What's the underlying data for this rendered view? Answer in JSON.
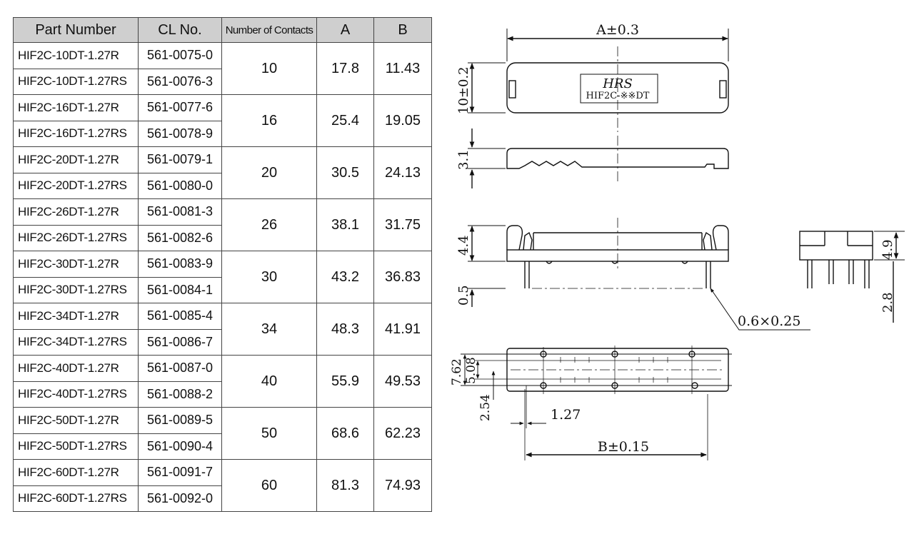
{
  "table": {
    "headers": [
      "Part Number",
      "CL No.",
      "Number of Contacts",
      "A",
      "B"
    ],
    "groups": [
      {
        "contacts": "10",
        "a": "17.8",
        "b": "11.43",
        "rows": [
          {
            "part": "HIF2C-10DT-1.27R",
            "cl": "561-0075-0"
          },
          {
            "part": "HIF2C-10DT-1.27RS",
            "cl": "561-0076-3"
          }
        ]
      },
      {
        "contacts": "16",
        "a": "25.4",
        "b": "19.05",
        "rows": [
          {
            "part": "HIF2C-16DT-1.27R",
            "cl": "561-0077-6"
          },
          {
            "part": "HIF2C-16DT-1.27RS",
            "cl": "561-0078-9"
          }
        ]
      },
      {
        "contacts": "20",
        "a": "30.5",
        "b": "24.13",
        "rows": [
          {
            "part": "HIF2C-20DT-1.27R",
            "cl": "561-0079-1"
          },
          {
            "part": "HIF2C-20DT-1.27RS",
            "cl": "561-0080-0"
          }
        ]
      },
      {
        "contacts": "26",
        "a": "38.1",
        "b": "31.75",
        "rows": [
          {
            "part": "HIF2C-26DT-1.27R",
            "cl": "561-0081-3"
          },
          {
            "part": "HIF2C-26DT-1.27RS",
            "cl": "561-0082-6"
          }
        ]
      },
      {
        "contacts": "30",
        "a": "43.2",
        "b": "36.83",
        "rows": [
          {
            "part": "HIF2C-30DT-1.27R",
            "cl": "561-0083-9"
          },
          {
            "part": "HIF2C-30DT-1.27RS",
            "cl": "561-0084-1"
          }
        ]
      },
      {
        "contacts": "34",
        "a": "48.3",
        "b": "41.91",
        "rows": [
          {
            "part": "HIF2C-34DT-1.27R",
            "cl": "561-0085-4"
          },
          {
            "part": "HIF2C-34DT-1.27RS",
            "cl": "561-0086-7"
          }
        ]
      },
      {
        "contacts": "40",
        "a": "55.9",
        "b": "49.53",
        "rows": [
          {
            "part": "HIF2C-40DT-1.27R",
            "cl": "561-0087-0"
          },
          {
            "part": "HIF2C-40DT-1.27RS",
            "cl": "561-0088-2"
          }
        ]
      },
      {
        "contacts": "50",
        "a": "68.6",
        "b": "62.23",
        "rows": [
          {
            "part": "HIF2C-50DT-1.27R",
            "cl": "561-0089-5"
          },
          {
            "part": "HIF2C-50DT-1.27RS",
            "cl": "561-0090-4"
          }
        ]
      },
      {
        "contacts": "60",
        "a": "81.3",
        "b": "74.93",
        "rows": [
          {
            "part": "HIF2C-60DT-1.27R",
            "cl": "561-0091-7"
          },
          {
            "part": "HIF2C-60DT-1.27RS",
            "cl": "561-0092-0"
          }
        ]
      }
    ]
  },
  "drawing": {
    "dim_a": "A±0.3",
    "dim_b": "B±0.15",
    "dim_height_top": "10±0.2",
    "dim_side": "3.1",
    "dim_front_height": "4.4",
    "dim_front_pin": "0.5",
    "dim_end_height": "4.9",
    "dim_end_pin": "2.8",
    "pin_section": "0.6×0.25",
    "dim_row_outer": "7.62",
    "dim_row_inner": "5.08",
    "dim_offset": "2.54",
    "dim_pitch": "1.27",
    "label_logo": "HRS",
    "label_model": "HIF2C-※※DT"
  }
}
